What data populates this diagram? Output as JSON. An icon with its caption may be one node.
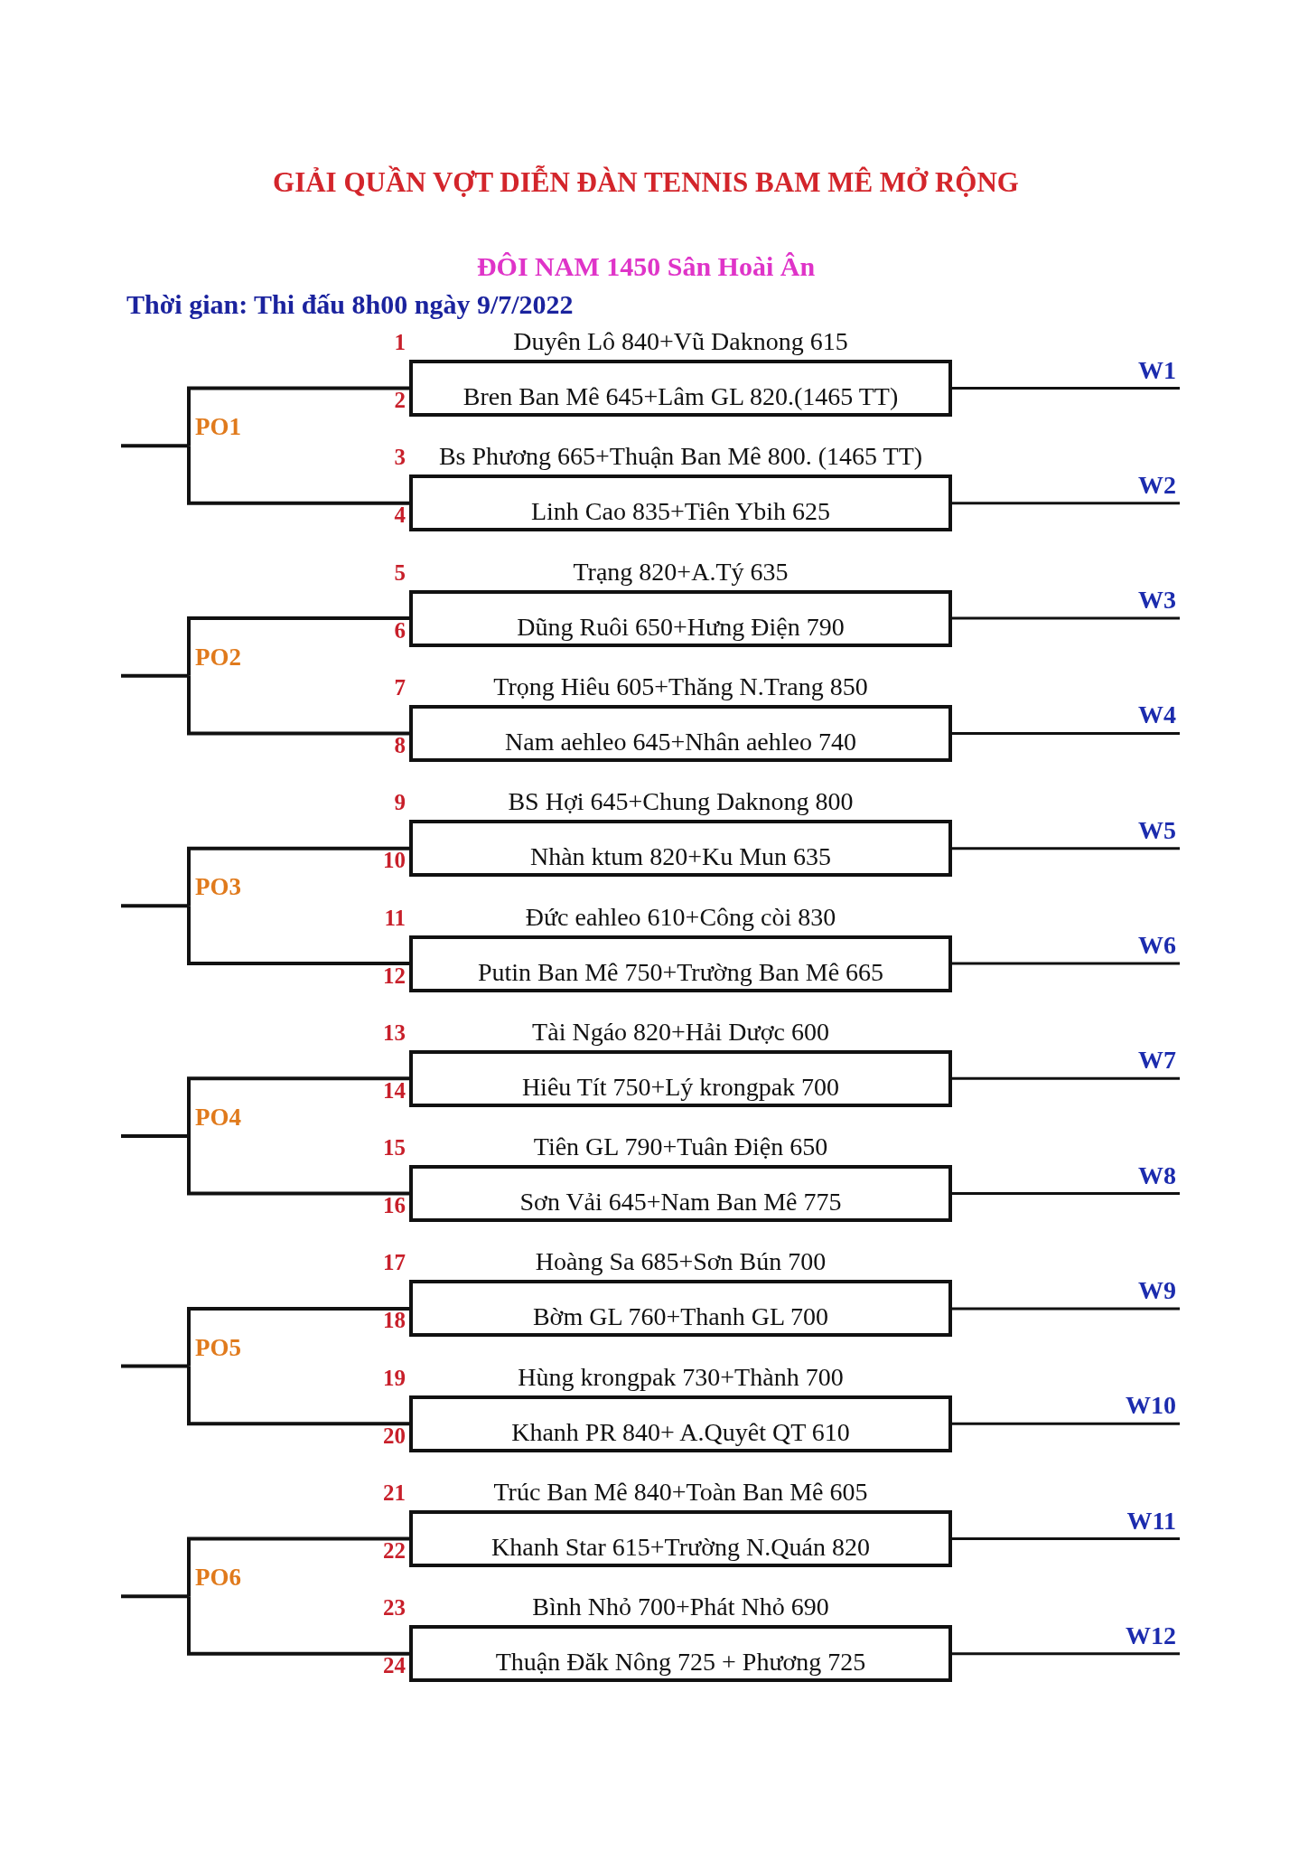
{
  "diagram": {
    "title": "GIẢI QUẦN VỢT DIỄN ĐÀN TENNIS BAM MÊ MỞ RỘNG",
    "nodes": [
      {
        "text": [
          "Duyên Lô 840+Vũ Daknong 615",
          "Bren Ban Mê 645+Lâm GL 820.(1465 TT)"
        ],
        "beside": [
          "1",
          "2"
        ]
      },
      {
        "text": [
          "W1"
        ]
      },
      {
        "text": [
          "PO1"
        ]
      },
      {
        "text": [
          "Bs Phương 665+Thuận Ban Mê 800. (1465 TT)",
          "Linh Cao 835+Tiên Ybih 625"
        ],
        "beside": [
          "3",
          "4"
        ]
      },
      {
        "text": [
          "W2"
        ]
      },
      {
        "text": [
          "Trạng 820+A.Tý 635",
          "Dũng Ruôi 650+Hưng Điện 790"
        ],
        "beside": [
          "5",
          "6"
        ]
      },
      {
        "text": [
          "W3"
        ]
      },
      {
        "text": [
          "PO2"
        ]
      },
      {
        "text": [
          "Trọng Hiêu 605+Thăng N.Trang 850",
          "Nam aehleo 645+Nhân aehleo 740"
        ],
        "beside": [
          "7",
          "8"
        ]
      },
      {
        "text": [
          "W4"
        ]
      },
      {
        "text": [
          "BS Hợi 645+Chung Daknong 800",
          "Nhàn ktum 820+Ku Mun 635"
        ],
        "beside": [
          "9",
          "10"
        ]
      },
      {
        "text": [
          "W5"
        ]
      },
      {
        "text": [
          "PO3"
        ]
      },
      {
        "text": [
          "Đức eahleo 610+Công còi 830",
          "Putin Ban Mê 750+Trường Ban Mê 665"
        ],
        "beside": [
          "11",
          "12"
        ]
      },
      {
        "text": [
          "W6"
        ]
      },
      {
        "text": [
          "Tài Ngáo 820+Hải Dược 600",
          "Hiêu Tít 750+Lý krongpak 700"
        ],
        "beside": [
          "13",
          "14"
        ]
      },
      {
        "text": [
          "W7"
        ]
      },
      {
        "text": [
          "PO4"
        ]
      },
      {
        "text": [
          "Tiên GL 790+Tuân Điện 650",
          "Sơn Vải 645+Nam Ban Mê 775"
        ],
        "beside": [
          "15",
          "16"
        ]
      },
      {
        "text": [
          "W8"
        ]
      },
      {
        "text": [
          "Hoàng Sa 685+Sơn Bún 700",
          "Bờm GL 760+Thanh GL 700"
        ],
        "beside": [
          "17",
          "18"
        ]
      },
      {
        "text": [
          "W9"
        ]
      },
      {
        "text": [
          "PO5"
        ]
      },
      {
        "text": [
          "Hùng krongpak 730+Thành 700",
          "Khanh PR 840+ A.Quyêt QT 610"
        ],
        "beside": [
          "19",
          "20"
        ]
      },
      {
        "text": [
          "W10"
        ]
      },
      {
        "text": [
          "Trúc Ban Mê 840+Toàn Ban Mê 605",
          "Khanh Star 615+Trường N.Quán 820"
        ],
        "beside": [
          "21",
          "22"
        ]
      },
      {
        "text": [
          "W11"
        ]
      },
      {
        "text": [
          "PO6"
        ]
      },
      {
        "text": [
          "Bình Nhỏ 700+Phát Nhỏ 690",
          "Thuận Đăk Nông 725 + Phương 725"
        ],
        "beside": [
          "23",
          "24"
        ]
      },
      {
        "text": [
          "W12"
        ]
      }
    ],
    "edges": [
      {
        "from": 0,
        "to": 1,
        "arrow": "none"
      },
      {
        "from": 3,
        "to": 4,
        "arrow": "none"
      },
      {
        "from": 0,
        "to": 2,
        "arrow": "none"
      },
      {
        "from": 3,
        "to": 2,
        "arrow": "none"
      },
      {
        "from": 2,
        "to": null,
        "arrow": "none"
      },
      {
        "from": 5,
        "to": 6,
        "arrow": "none"
      },
      {
        "from": 8,
        "to": 9,
        "arrow": "none"
      },
      {
        "from": 5,
        "to": 7,
        "arrow": "none"
      },
      {
        "from": 8,
        "to": 7,
        "arrow": "none"
      },
      {
        "from": 7,
        "to": null,
        "arrow": "none"
      },
      {
        "from": 10,
        "to": 11,
        "arrow": "none"
      },
      {
        "from": 13,
        "to": 14,
        "arrow": "none"
      },
      {
        "from": 10,
        "to": 12,
        "arrow": "none"
      },
      {
        "from": 13,
        "to": 12,
        "arrow": "none"
      },
      {
        "from": 12,
        "to": null,
        "arrow": "none"
      },
      {
        "from": 15,
        "to": 16,
        "arrow": "none"
      },
      {
        "from": 18,
        "to": 19,
        "arrow": "none"
      },
      {
        "from": 15,
        "to": 17,
        "arrow": "none"
      },
      {
        "from": 18,
        "to": 17,
        "arrow": "none"
      },
      {
        "from": 17,
        "to": null,
        "arrow": "none"
      },
      {
        "from": 20,
        "to": 21,
        "arrow": "none"
      },
      {
        "from": 23,
        "to": 24,
        "arrow": "none"
      },
      {
        "from": 20,
        "to": 22,
        "arrow": "none"
      },
      {
        "from": 23,
        "to": 22,
        "arrow": "none"
      },
      {
        "from": 22,
        "to": null,
        "arrow": "none"
      },
      {
        "from": 25,
        "to": 26,
        "arrow": "none"
      },
      {
        "from": 28,
        "to": 29,
        "arrow": "none"
      },
      {
        "from": 25,
        "to": 27,
        "arrow": "none"
      },
      {
        "from": 28,
        "to": 27,
        "arrow": "none"
      },
      {
        "from": 27,
        "to": null,
        "arrow": "none"
      }
    ],
    "labels": [
      "ĐÔI NAM 1450 Sân Hoài Ân",
      "Thời gian: Thi đấu 8h00 ngày 9/7/2022"
    ]
  }
}
